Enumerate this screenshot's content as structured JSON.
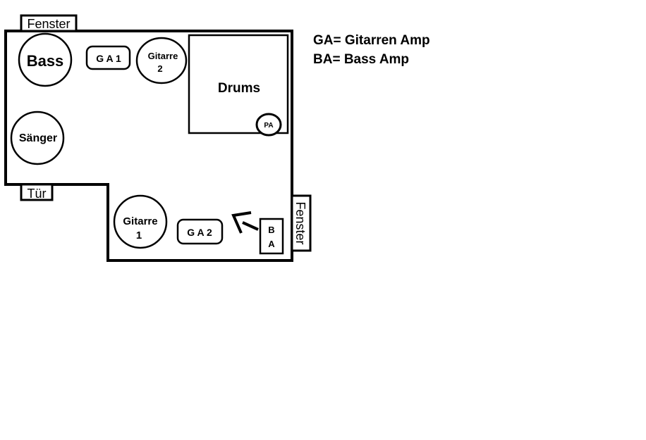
{
  "room": {
    "windows": {
      "top_label": "Fenster",
      "right_label": "Fenster"
    },
    "door_label": "Tür",
    "positions": {
      "bass": "Bass",
      "ga1": "G A 1",
      "gitarre2": [
        "Gitarre",
        "2"
      ],
      "drums": "Drums",
      "pa": "PA",
      "saenger": "Sänger",
      "gitarre1": [
        "Gitarre",
        "1"
      ],
      "ga2": "G A 2",
      "ba": [
        "B",
        "A"
      ]
    }
  },
  "legend": {
    "ga": "GA= Gitarren Amp",
    "ba": "BA= Bass Amp"
  }
}
